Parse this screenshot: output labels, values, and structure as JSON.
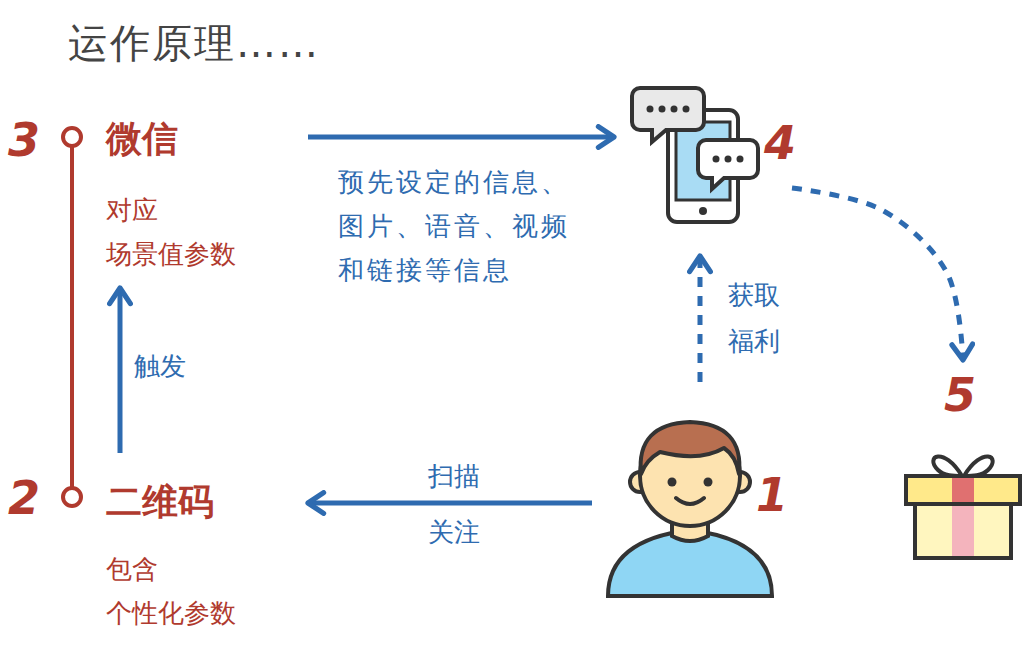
{
  "diagram": {
    "title": "运作原理……",
    "nodes": [
      {
        "text": [
          "3",
          "微信",
          "对应 场景值参数"
        ]
      },
      {
        "text": [
          "4"
        ]
      },
      {
        "text": [
          "5"
        ]
      },
      {
        "text": [
          "1"
        ]
      },
      {
        "text": [
          "2",
          "二维码",
          "包含 个性化参数"
        ]
      }
    ],
    "edges": [
      {
        "from": 4,
        "to": 0,
        "label": "触发",
        "arrow": "to"
      },
      {
        "from": 0,
        "to": 4,
        "arrow": "none"
      },
      {
        "from": 0,
        "to": 1,
        "label": "预先设定的信息、图片、语音、视频和链接等信息",
        "arrow": "to"
      },
      {
        "from": 3,
        "to": 4,
        "label": "扫描 关注",
        "arrow": "to"
      },
      {
        "from": 3,
        "to": 1,
        "label": "获取 福利",
        "arrow": "to"
      },
      {
        "from": 1,
        "to": 2,
        "arrow": "to"
      }
    ]
  }
}
